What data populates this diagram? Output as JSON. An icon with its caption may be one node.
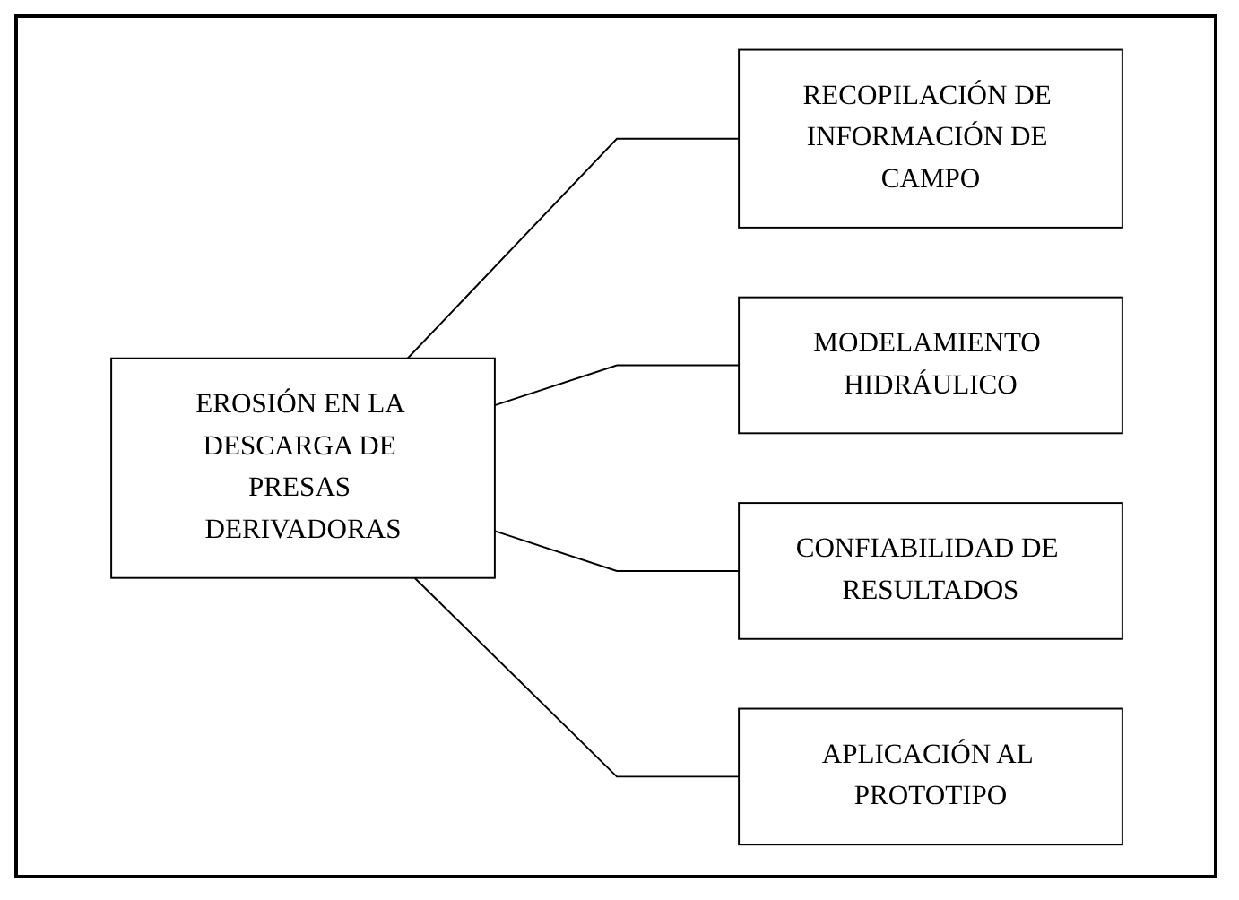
{
  "diagram": {
    "nodes": [
      {
        "text": [
          "EROSIÓN EN LA DESCARGA DE PRESAS DERIVADORAS"
        ]
      },
      {
        "text": [
          "RECOPILACIÓN DE INFORMACIÓN DE CAMPO"
        ]
      },
      {
        "text": [
          "MODELAMIENTO HIDRÁULICO"
        ]
      },
      {
        "text": [
          "CONFIABILIDAD DE RESULTADOS"
        ]
      },
      {
        "text": [
          "APLICACIÓN AL PROTOTIPO"
        ]
      }
    ],
    "edges": [
      {
        "from": 0,
        "to": 1,
        "arrow": "none"
      },
      {
        "from": 0,
        "to": 2,
        "arrow": "none"
      },
      {
        "from": 0,
        "to": 3,
        "arrow": "none"
      },
      {
        "from": 0,
        "to": 4,
        "arrow": "none"
      }
    ]
  }
}
